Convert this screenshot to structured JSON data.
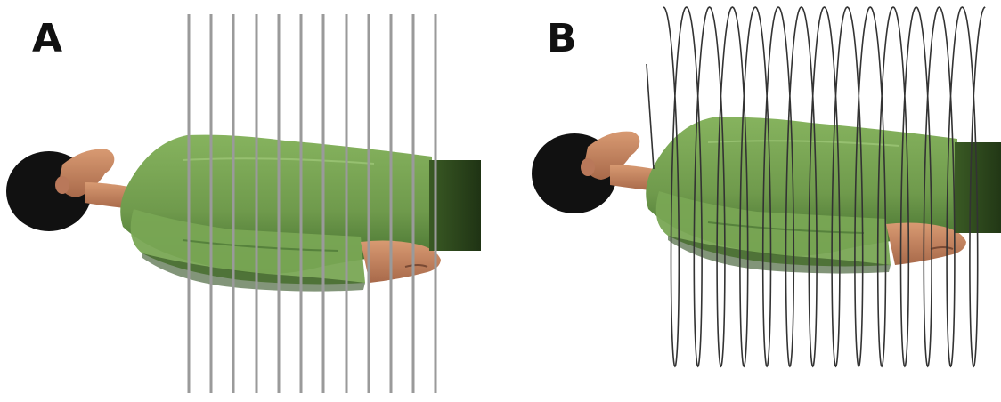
{
  "panels": [
    {
      "label": "A"
    },
    {
      "label": "B"
    }
  ],
  "colors": {
    "background": "#ffffff",
    "shirt": "#6f9a4c",
    "shirt_shadow": "#3f6a2b",
    "pants": "#2f4a1e",
    "skin": "#c98a62",
    "hair": "#111111",
    "slice_line_a": "#9a9a9a",
    "helix_line_b": "#333333"
  },
  "icons": {
    "panel_a": "patient-lying-axial-slices",
    "panel_b": "patient-lying-helical-scan"
  }
}
